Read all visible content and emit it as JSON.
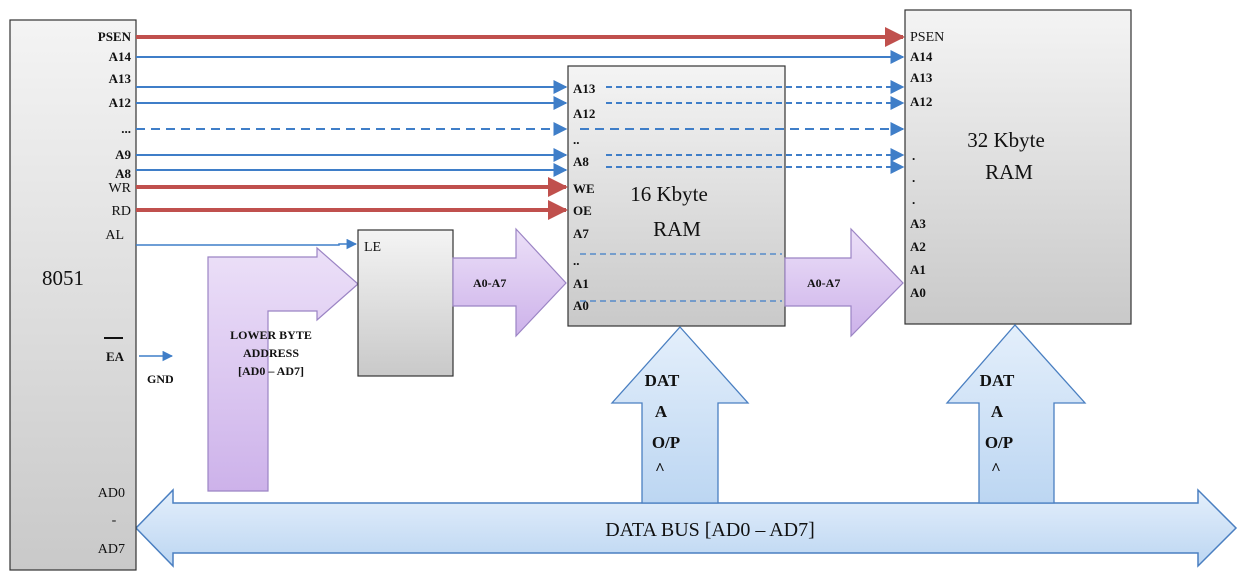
{
  "mcu": {
    "name": "8051",
    "pins": {
      "psen": "PSEN",
      "a14": "A14",
      "a13": "A13",
      "a12": "A12",
      "dots": "...",
      "a9": "A9",
      "a8": "A8",
      "wr": "WR",
      "rd": "RD",
      "al": "AL",
      "ea": "EA",
      "ad0": "AD0",
      "dash": "-",
      "ad7": "AD7"
    }
  },
  "gnd": "GND",
  "lower_byte": {
    "line1": "LOWER BYTE",
    "line2": "ADDRESS",
    "line3": "[AD0 – AD7]"
  },
  "latch": {
    "pin": "LE",
    "output": "A0-A7"
  },
  "ram16": {
    "line1": "16 Kbyte",
    "line2": "RAM",
    "pins": {
      "a13": "A13",
      "a12": "A12",
      "dd1": "..",
      "a8": "A8",
      "we": "WE",
      "oe": "OE",
      "a7": "A7",
      "dd2": "..",
      "a1": "A1",
      "a0": "A0"
    },
    "data_lines": [
      "DAT",
      "A",
      "O/P",
      "^"
    ]
  },
  "link": {
    "label": "A0-A7"
  },
  "ram32": {
    "line1": "32 Kbyte",
    "line2": "RAM",
    "pins": {
      "psen": "PSEN",
      "a14": "A14",
      "a13": "A13",
      "a12": "A12",
      "d1": ".",
      "d2": ".",
      "d3": ".",
      "a3": "A3",
      "a2": "A2",
      "a1": "A1",
      "a0": "A0"
    },
    "data_lines": [
      "DAT",
      "A",
      "O/P",
      "^"
    ]
  },
  "data_bus": {
    "label": "DATA BUS [AD0 – AD7]"
  },
  "colors": {
    "blue_line": "#3f7ec8",
    "red_line": "#c0504d",
    "purple": "#d9c5ef",
    "light_blue": "#cfe2f7"
  }
}
